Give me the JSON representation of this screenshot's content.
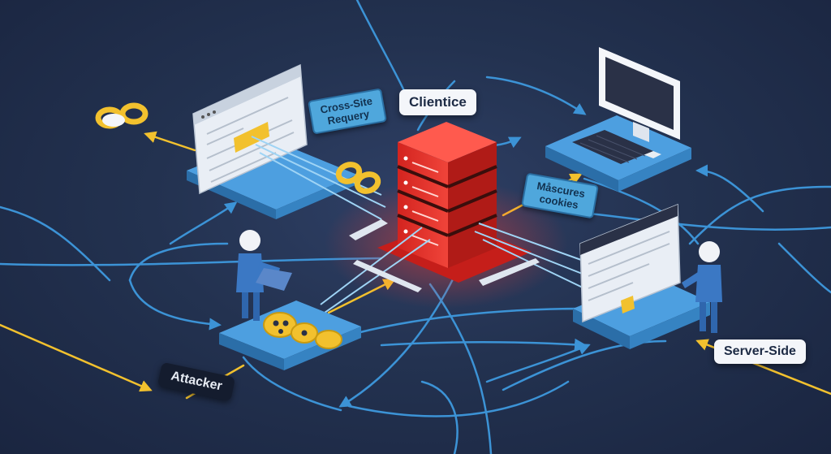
{
  "labels": {
    "clientice": "Clientice",
    "cross_site": "Cross-Site Requery",
    "measures": "Måscures cookies",
    "server_side": "Server-Side",
    "attacker": "Attacker"
  },
  "colors": {
    "background": "#233250",
    "server": "#e3302c",
    "platform": "#3f8fd0",
    "line": "#3c93d6",
    "key": "#f2c12e",
    "person": "#3b78c4"
  },
  "icons": [
    "chain-link-icon",
    "padlock-key-icon",
    "person-icon",
    "monitor-icon",
    "keyboard-icon",
    "arrow-icon"
  ]
}
